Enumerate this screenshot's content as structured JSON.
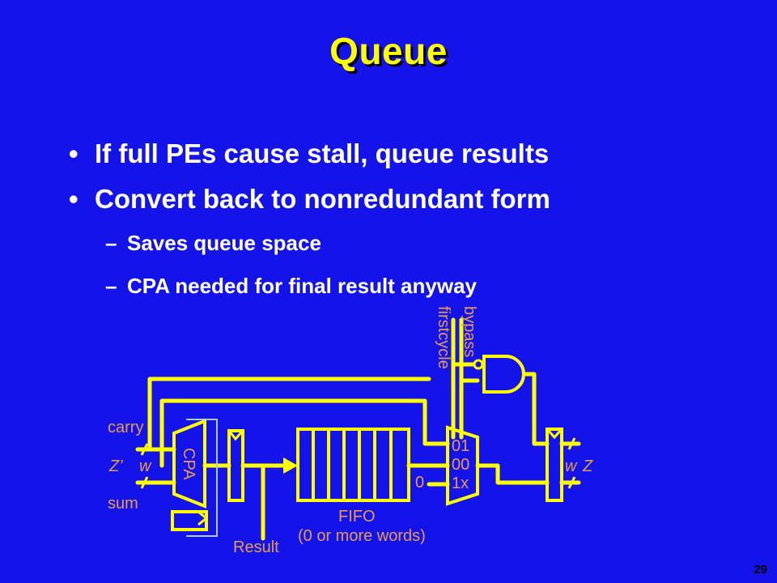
{
  "slide": {
    "title": "Queue",
    "bullets": [
      "If full PEs cause stall, queue results",
      "Convert back to nonredundant form"
    ],
    "subbullets": [
      "Saves queue space",
      "CPA needed for final result anyway"
    ],
    "bullet_glyph": "•",
    "subbullet_glyph": "–",
    "page_number": "29"
  },
  "diagram": {
    "labels": {
      "carry": "carry",
      "z_prime": "Z’",
      "w_left": "w",
      "sum": "sum",
      "cpa": "CPA",
      "zero": "0",
      "mux_01": "01",
      "mux_00": "00",
      "mux_1x": "1x",
      "fifo": "FIFO",
      "fifo_note": "(0 or more words)",
      "result": "Result",
      "firstcycle": "firstcycle",
      "bypass": "bypass",
      "w_right": "w",
      "z": "Z"
    },
    "colors": {
      "wire": "#ffff00",
      "label": "#e89a4e",
      "background": "#1414ea",
      "title": "#ffff00"
    }
  }
}
